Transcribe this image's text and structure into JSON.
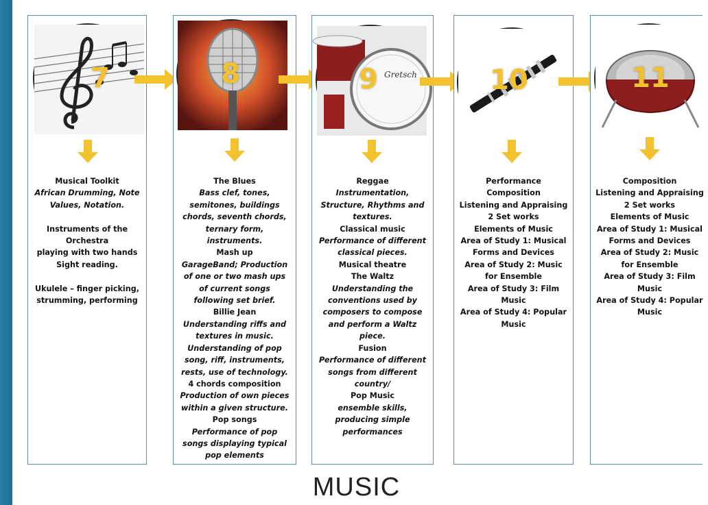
{
  "title": "MUSIC",
  "colors": {
    "accent": "#f2c12e",
    "panel_border": "#5a88b0",
    "sidebar": "#2a7fa8"
  },
  "years": [
    {
      "number": "7",
      "icon": "treble-clef-icon",
      "lines": [
        {
          "t": "Musical Toolkit",
          "s": "b"
        },
        {
          "t": "African Drumming, Note",
          "s": "i"
        },
        {
          "t": "Values, Notation.",
          "s": "i"
        },
        {
          "t": "",
          "s": "gap"
        },
        {
          "t": "Instruments of the",
          "s": "b"
        },
        {
          "t": "Orchestra",
          "s": "b"
        },
        {
          "t": "playing with two hands",
          "s": "b"
        },
        {
          "t": "Sight reading.",
          "s": "b"
        },
        {
          "t": "",
          "s": "gap"
        },
        {
          "t": "Ukulele – finger picking,",
          "s": "b"
        },
        {
          "t": "strumming, performing",
          "s": "b"
        }
      ]
    },
    {
      "number": "8",
      "icon": "microphone-icon",
      "lines": [
        {
          "t": "The Blues",
          "s": "b"
        },
        {
          "t": "Bass clef, tones,",
          "s": "i"
        },
        {
          "t": "semitones, buildings",
          "s": "i"
        },
        {
          "t": "chords, seventh chords,",
          "s": "i"
        },
        {
          "t": "ternary form,",
          "s": "i"
        },
        {
          "t": "instruments.",
          "s": "i"
        },
        {
          "t": "Mash up",
          "s": "b"
        },
        {
          "t": "GarageBand; Production",
          "s": "i"
        },
        {
          "t": "of one or two mash ups",
          "s": "i"
        },
        {
          "t": "of current songs",
          "s": "i"
        },
        {
          "t": "following set brief.",
          "s": "i"
        },
        {
          "t": "Billie Jean",
          "s": "b"
        },
        {
          "t": "Understanding riffs and",
          "s": "i"
        },
        {
          "t": "textures in music.",
          "s": "i"
        },
        {
          "t": "Understanding of  pop",
          "s": "i"
        },
        {
          "t": "song, riff, instruments,",
          "s": "i"
        },
        {
          "t": "rests, use of technology.",
          "s": "i"
        },
        {
          "t": "4 chords composition",
          "s": "b"
        },
        {
          "t": "Production of own pieces",
          "s": "i"
        },
        {
          "t": "within a given structure.",
          "s": "i"
        },
        {
          "t": "Pop songs",
          "s": "b"
        },
        {
          "t": "Performance of pop",
          "s": "i"
        },
        {
          "t": "songs displaying typical",
          "s": "i"
        },
        {
          "t": "pop elements",
          "s": "i"
        }
      ]
    },
    {
      "number": "9",
      "icon": "drum-kit-icon",
      "drum_label": "Gretsch",
      "lines": [
        {
          "t": "Reggae",
          "s": "b"
        },
        {
          "t": "Instrumentation,",
          "s": "i"
        },
        {
          "t": "Structure, Rhythms and",
          "s": "i"
        },
        {
          "t": "textures.",
          "s": "i"
        },
        {
          "t": "Classical music",
          "s": "b"
        },
        {
          "t": "Performance of different",
          "s": "i"
        },
        {
          "t": "classical pieces.",
          "s": "i"
        },
        {
          "t": "Musical theatre",
          "s": "b"
        },
        {
          "t": "The Waltz",
          "s": "b"
        },
        {
          "t": "Understanding the",
          "s": "i"
        },
        {
          "t": "conventions used by",
          "s": "i"
        },
        {
          "t": "composers to compose",
          "s": "i"
        },
        {
          "t": "and perform a Waltz",
          "s": "i"
        },
        {
          "t": "piece.",
          "s": "i"
        },
        {
          "t": "Fusion",
          "s": "b"
        },
        {
          "t": "Performance of different",
          "s": "i"
        },
        {
          "t": "songs from different",
          "s": "i"
        },
        {
          "t": "country/",
          "s": "i"
        },
        {
          "t": "Pop Music",
          "s": "b"
        },
        {
          "t": "ensemble skills,",
          "s": "i"
        },
        {
          "t": "producing simple",
          "s": "i"
        },
        {
          "t": "performances",
          "s": "i"
        }
      ]
    },
    {
      "number": "10",
      "icon": "clarinet-icon",
      "lines": [
        {
          "t": "Performance",
          "s": "b"
        },
        {
          "t": "Composition",
          "s": "b"
        },
        {
          "t": "Listening and Appraising",
          "s": "b"
        },
        {
          "t": "2 Set works",
          "s": "b"
        },
        {
          "t": "Elements of Music",
          "s": "b"
        },
        {
          "t": "Area of Study 1: Musical",
          "s": "b"
        },
        {
          "t": "Forms and Devices",
          "s": "b"
        },
        {
          "t": "Area of Study 2: Music",
          "s": "b"
        },
        {
          "t": "for Ensemble",
          "s": "b"
        },
        {
          "t": "Area of Study 3: Film",
          "s": "b"
        },
        {
          "t": "Music",
          "s": "b"
        },
        {
          "t": "Area of Study 4: Popular",
          "s": "b"
        },
        {
          "t": "Music",
          "s": "b"
        }
      ]
    },
    {
      "number": "11",
      "icon": "steel-pan-icon",
      "lines": [
        {
          "t": "Composition",
          "s": "b"
        },
        {
          "t": "Listening and Appraising",
          "s": "b"
        },
        {
          "t": "2 Set works",
          "s": "b"
        },
        {
          "t": "Elements of Music",
          "s": "b"
        },
        {
          "t": "Area of Study 1: Musical",
          "s": "b"
        },
        {
          "t": "Forms and Devices",
          "s": "b"
        },
        {
          "t": "Area of Study 2: Music",
          "s": "b"
        },
        {
          "t": "for Ensemble",
          "s": "b"
        },
        {
          "t": "Area of Study 3: Film",
          "s": "b"
        },
        {
          "t": "Music",
          "s": "b"
        },
        {
          "t": "Area of Study 4: Popular",
          "s": "b"
        },
        {
          "t": "Music",
          "s": "b"
        }
      ]
    }
  ]
}
